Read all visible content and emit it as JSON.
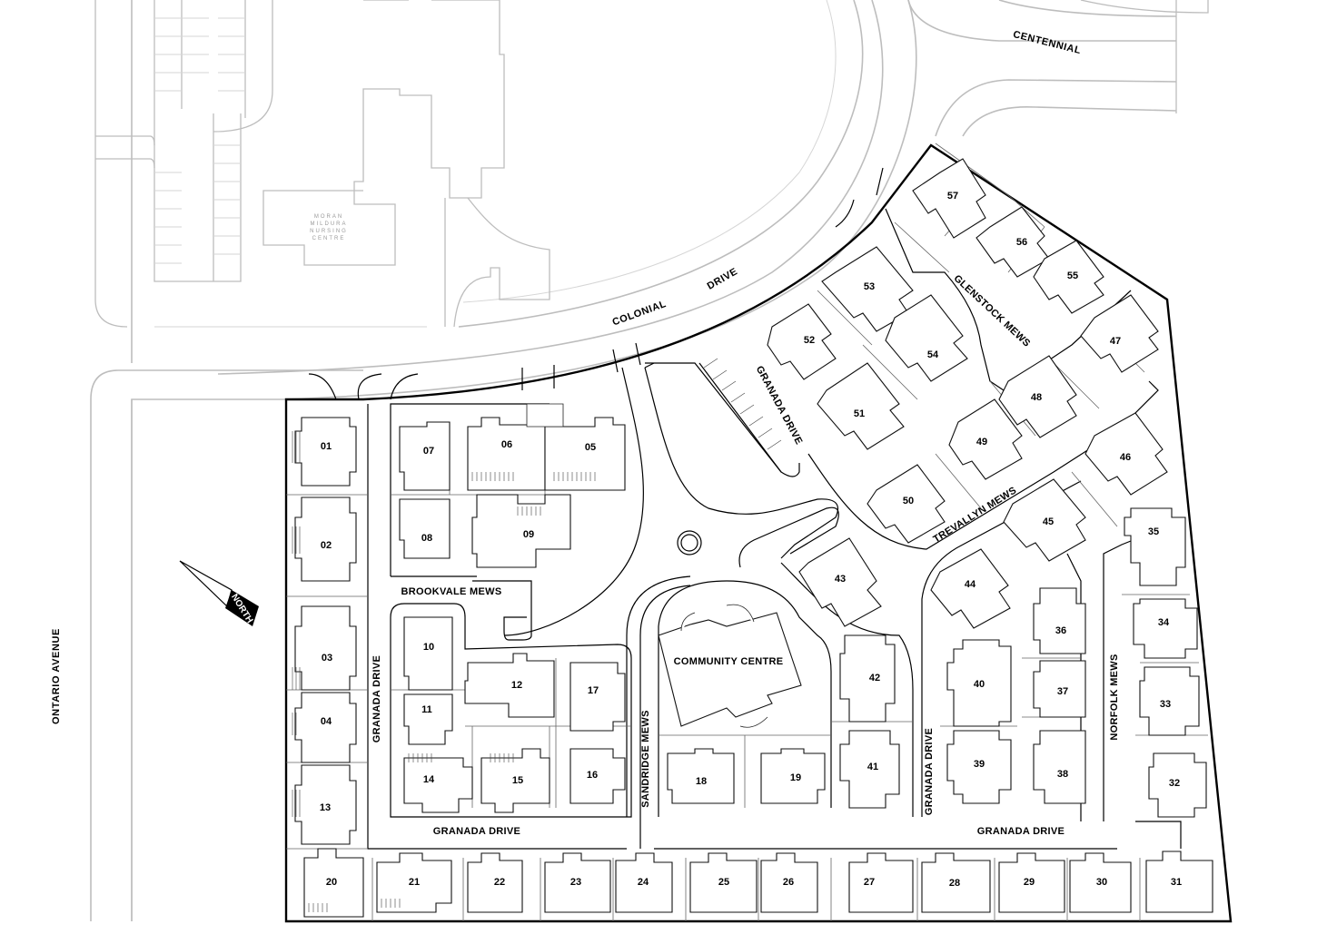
{
  "map": {
    "context_labels": {
      "ontario_avenue": "ONTARIO AVENUE",
      "centennial": "CENTENNIAL",
      "colonial": "COLONIAL",
      "drive": "DRIVE",
      "nursing_centre_line1": "MORAN",
      "nursing_centre_line2": "MILDURA",
      "nursing_centre_line3": "NURSING",
      "nursing_centre_line4": "CENTRE"
    },
    "street_labels": {
      "brookvale_mews": "BROOKVALE MEWS",
      "granada_drive_west": "GRANADA DRIVE",
      "granada_drive_south_west": "GRANADA DRIVE",
      "granada_drive_south_east": "GRANADA DRIVE",
      "granada_drive_central": "GRANADA DRIVE",
      "granada_drive_north": "GRANADA DRIVE",
      "sandridge_mews": "SANDRIDGE MEWS",
      "trevallyn_mews": "TREVALLYN MEWS",
      "glenstock_mews": "GLENSTOCK MEWS",
      "norfolk_mews": "NORFOLK MEWS"
    },
    "north_arrow_label": "NORTH",
    "community_centre": "COMMUNITY CENTRE",
    "units": [
      "01",
      "02",
      "03",
      "04",
      "05",
      "06",
      "07",
      "08",
      "09",
      "10",
      "11",
      "12",
      "13",
      "14",
      "15",
      "16",
      "17",
      "18",
      "19",
      "20",
      "21",
      "22",
      "23",
      "24",
      "25",
      "26",
      "27",
      "28",
      "29",
      "30",
      "31",
      "32",
      "33",
      "34",
      "35",
      "36",
      "37",
      "38",
      "39",
      "40",
      "41",
      "42",
      "43",
      "44",
      "45",
      "46",
      "47",
      "48",
      "49",
      "50",
      "51",
      "52",
      "53",
      "54",
      "55",
      "56",
      "57"
    ],
    "colors": {
      "boundary": "#000000",
      "context": "#bdbdbd",
      "building_fill": "#ffffff"
    }
  }
}
